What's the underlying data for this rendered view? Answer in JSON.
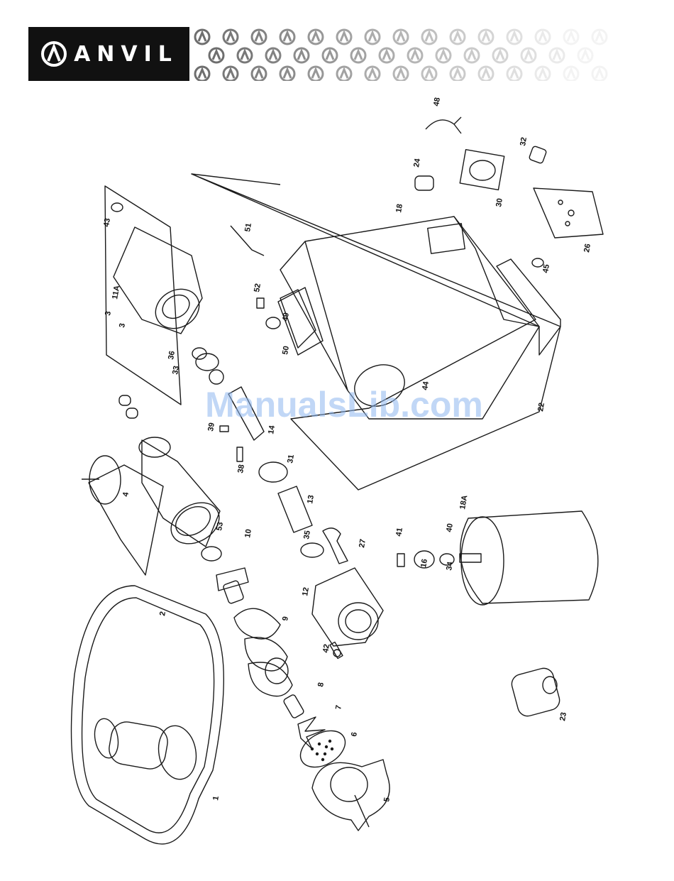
{
  "brand": {
    "name": "ANVIL",
    "mark_icon": "anvil-a-circle-logo",
    "colors": {
      "logo_bg": "#111111",
      "logo_fg": "#ffffff",
      "pattern": "#6e6e6e",
      "line": "#1a1a1a"
    }
  },
  "watermark": {
    "text": "ManualsLib.com",
    "color": "#8fb8f0"
  },
  "parts": [
    {
      "id": "p1",
      "label": "1"
    },
    {
      "id": "p2",
      "label": "2"
    },
    {
      "id": "p3a",
      "label": "3"
    },
    {
      "id": "p3b",
      "label": "3"
    },
    {
      "id": "p4",
      "label": "4"
    },
    {
      "id": "p5",
      "label": "5"
    },
    {
      "id": "p6",
      "label": "6"
    },
    {
      "id": "p7",
      "label": "7"
    },
    {
      "id": "p8",
      "label": "8"
    },
    {
      "id": "p9",
      "label": "9"
    },
    {
      "id": "p10",
      "label": "10"
    },
    {
      "id": "p11a",
      "label": "11A"
    },
    {
      "id": "p12",
      "label": "12"
    },
    {
      "id": "p13",
      "label": "13"
    },
    {
      "id": "p14",
      "label": "14"
    },
    {
      "id": "p16",
      "label": "16"
    },
    {
      "id": "p18",
      "label": "18"
    },
    {
      "id": "p18a",
      "label": "18A"
    },
    {
      "id": "p22",
      "label": "22"
    },
    {
      "id": "p23",
      "label": "23"
    },
    {
      "id": "p24",
      "label": "24"
    },
    {
      "id": "p26",
      "label": "26"
    },
    {
      "id": "p27",
      "label": "27"
    },
    {
      "id": "p30",
      "label": "30"
    },
    {
      "id": "p31",
      "label": "31"
    },
    {
      "id": "p32",
      "label": "32"
    },
    {
      "id": "p33",
      "label": "33"
    },
    {
      "id": "p34",
      "label": "34"
    },
    {
      "id": "p35",
      "label": "35"
    },
    {
      "id": "p36",
      "label": "36"
    },
    {
      "id": "p38",
      "label": "38"
    },
    {
      "id": "p39",
      "label": "39"
    },
    {
      "id": "p40",
      "label": "40"
    },
    {
      "id": "p41",
      "label": "41"
    },
    {
      "id": "p42",
      "label": "42"
    },
    {
      "id": "p43",
      "label": "43"
    },
    {
      "id": "p44",
      "label": "44"
    },
    {
      "id": "p45",
      "label": "45"
    },
    {
      "id": "p48",
      "label": "48"
    },
    {
      "id": "p49",
      "label": "49"
    },
    {
      "id": "p50",
      "label": "50"
    },
    {
      "id": "p51",
      "label": "51"
    },
    {
      "id": "p52",
      "label": "52"
    },
    {
      "id": "p53",
      "label": "53"
    }
  ]
}
